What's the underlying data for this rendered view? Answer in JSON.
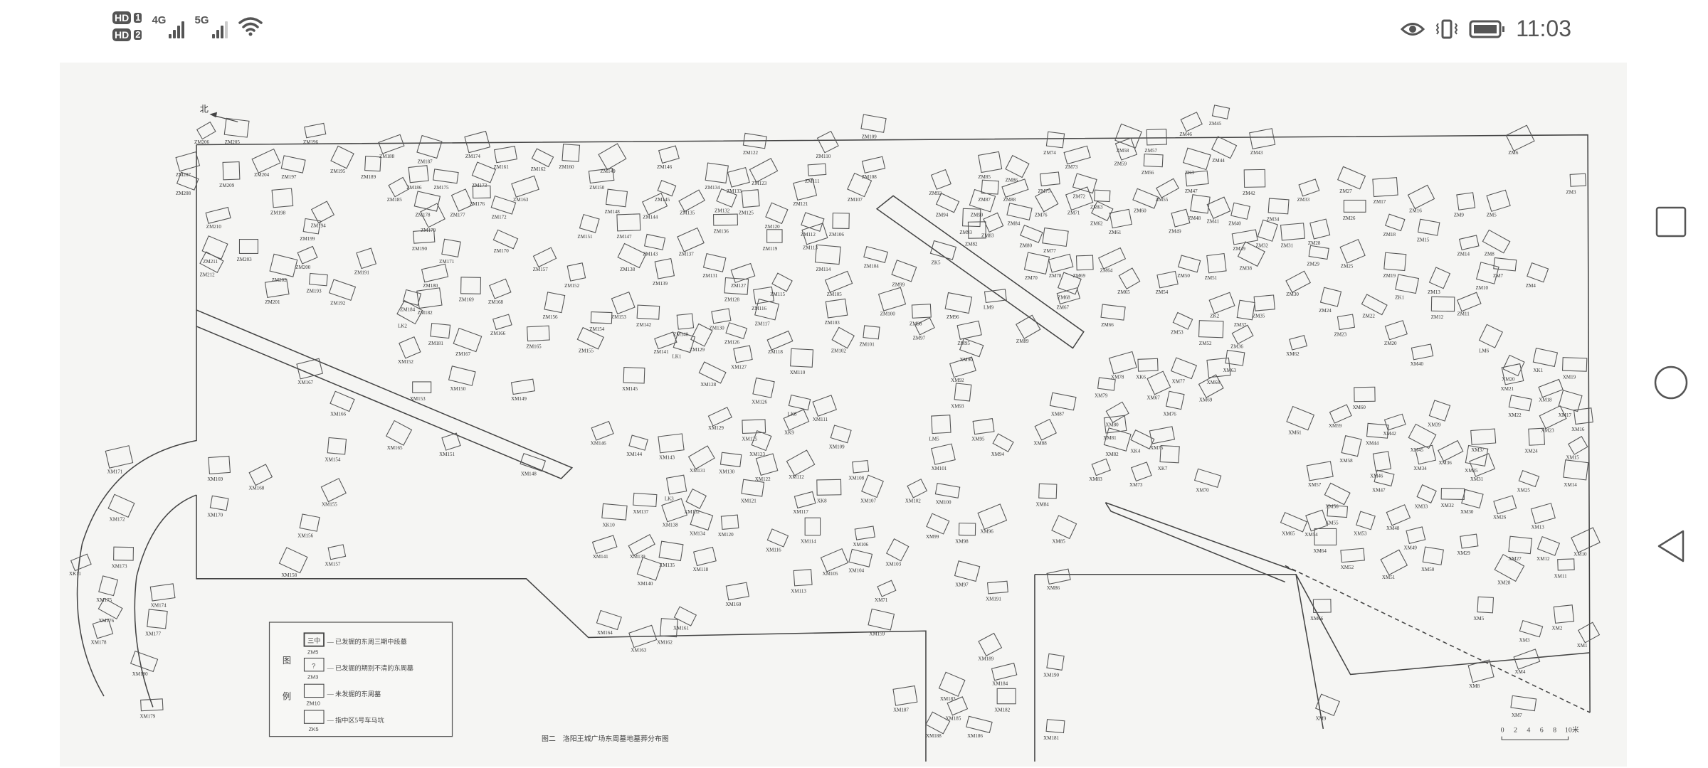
{
  "status_bar": {
    "sim1": "HD",
    "sim1_num": "1",
    "sim2": "HD",
    "sim2_num": "2",
    "net1": "4G",
    "net2": "5G",
    "time": "11:03",
    "icons": [
      "eye-icon",
      "vibrate-icon",
      "battery-icon",
      "wifi-icon",
      "signal-icon"
    ]
  },
  "map": {
    "north_label": "北",
    "caption": "图二　洛阳王城广场东周墓地墓葬分布图",
    "scale": {
      "ticks": [
        "0",
        "2",
        "4",
        "6",
        "8",
        "10米"
      ]
    },
    "legend": {
      "title_chars": [
        "图",
        "例"
      ],
      "items": [
        {
          "mark": "三中",
          "code": "ZM5",
          "desc": "— 已发掘的东周三期中段墓"
        },
        {
          "mark": "?",
          "code": "ZM3",
          "desc": "— 已发掘的期别不清的东周墓"
        },
        {
          "mark": "",
          "code": "ZM10",
          "desc": "— 未发掘的东周墓"
        },
        {
          "mark": "",
          "code": "ZK5",
          "desc": "— 指中区5号车马坑"
        }
      ]
    },
    "tombs": [
      "ZM206",
      "ZM205",
      "ZM207",
      "ZM208",
      "ZM209",
      "ZM204",
      "ZM197",
      "ZM196",
      "ZM195",
      "ZM189",
      "ZM188",
      "ZM187",
      "ZM186",
      "ZM185",
      "ZM175",
      "ZM174",
      "ZM173",
      "ZM176",
      "ZM177",
      "ZM178",
      "ZM161",
      "ZM162",
      "ZM160",
      "ZM163",
      "ZM172",
      "ZM198",
      "ZM194",
      "ZM199",
      "ZM210",
      "ZM211",
      "ZM203",
      "ZM200",
      "ZM202",
      "ZM201",
      "ZM212",
      "ZM193",
      "ZM191",
      "ZM192",
      "ZM190",
      "ZM179",
      "ZM171",
      "ZM180",
      "ZM170",
      "ZM169",
      "ZM168",
      "ZM184",
      "ZM182",
      "LK2",
      "ZM181",
      "ZM166",
      "ZM167",
      "ZM165",
      "ZM157",
      "ZM156",
      "ZM152",
      "ZM155",
      "ZM154",
      "ZM153",
      "ZM151",
      "ZM150",
      "ZM149",
      "ZM148",
      "ZM146",
      "ZM145",
      "ZM147",
      "ZM144",
      "ZM143",
      "ZM139",
      "ZM138",
      "ZM142",
      "ZM141",
      "LK1",
      "ZM140",
      "ZM135",
      "ZM134",
      "ZM133",
      "ZM132",
      "ZM136",
      "ZM137",
      "ZM131",
      "ZM130",
      "ZM129",
      "ZM128",
      "ZM127",
      "ZM126",
      "ZM125",
      "ZM123",
      "ZM122",
      "ZM121",
      "ZM120",
      "ZM119",
      "ZM118",
      "ZM117",
      "ZM116",
      "ZM115",
      "ZM114",
      "ZM113",
      "ZM112",
      "ZM111",
      "ZM110",
      "ZM109",
      "ZM108",
      "ZM107",
      "ZM106",
      "ZM105",
      "ZM104",
      "ZM103",
      "ZM102",
      "ZM101",
      "ZM100",
      "ZM99",
      "ZM98",
      "ZM97",
      "ZM96",
      "ZM95",
      "ZM94",
      "ZM93",
      "ZM92",
      "ZK5",
      "LM9",
      "ZM89",
      "ZM74",
      "ZM73",
      "ZM58",
      "ZM57",
      "ZM46",
      "ZM45",
      "ZM43",
      "ZM44",
      "ZM56",
      "ZM59",
      "ZK3",
      "ZM47",
      "ZM55",
      "ZM48",
      "ZM49",
      "ZM60",
      "ZM42",
      "ZM41",
      "ZM40",
      "ZM39",
      "ZM38",
      "ZM34",
      "ZM33",
      "ZM32",
      "ZM31",
      "ZM30",
      "ZM29",
      "ZM28",
      "ZM27",
      "ZM26",
      "ZM25",
      "ZM24",
      "ZM23",
      "ZM22",
      "ZM19",
      "ZM20",
      "ZM18",
      "ZM17",
      "ZM16",
      "ZM15",
      "ZM14",
      "ZM13",
      "ZM12",
      "ZM11",
      "ZM10",
      "ZM9",
      "ZM8",
      "ZM7",
      "ZM5",
      "ZM4",
      "ZM3",
      "ZM6",
      "ZK1",
      "ZM54",
      "ZM53",
      "ZM52",
      "ZK2",
      "ZM50",
      "ZM51",
      "ZM65",
      "ZM66",
      "ZM67",
      "ZM68",
      "ZM69",
      "ZM64",
      "ZM70",
      "ZM61",
      "ZM62",
      "ZM63",
      "ZM71",
      "ZM72",
      "ZM75",
      "ZM76",
      "ZM77",
      "ZM78",
      "ZM80",
      "ZM82",
      "ZM83",
      "ZM84",
      "ZM85",
      "ZM86",
      "ZM87",
      "ZM88",
      "ZM90",
      "ZM35",
      "ZM36",
      "ZM37",
      "XM167",
      "XM166",
      "XM153",
      "XM152",
      "XM150",
      "XM149",
      "XM165",
      "XM154",
      "XM151",
      "XM148",
      "XM169",
      "XM168",
      "XM170",
      "XM171",
      "XM172",
      "XM173",
      "XK11",
      "XM175",
      "XM174",
      "XM176",
      "XM177",
      "XM178",
      "XM180",
      "XM179",
      "XM155",
      "XM156",
      "XM157",
      "XM158",
      "XM145",
      "XM146",
      "XM144",
      "XM143",
      "XM131",
      "XM130",
      "XM122",
      "XM123",
      "XM125",
      "XM129",
      "XM126",
      "XM127",
      "XM128",
      "XM110",
      "XM111",
      "XM109",
      "XM108",
      "XM112",
      "XM121",
      "XM117",
      "XM107",
      "XK8",
      "XK9",
      "LK8",
      "LK3",
      "XM132",
      "XM137",
      "XM138",
      "XM134",
      "XM120",
      "XM139",
      "XM135",
      "XM118",
      "XM116",
      "XM114",
      "XM105",
      "XM104",
      "XM106",
      "XM103",
      "XK10",
      "XM141",
      "XM140",
      "XM113",
      "XM102",
      "XM100",
      "XM101",
      "XM99",
      "XM98",
      "XM96",
      "XM97",
      "XM95",
      "XM94",
      "XM93",
      "XM92",
      "XM90",
      "LM5",
      "XM88",
      "XM87",
      "XM86",
      "XM85",
      "XM84",
      "XM83",
      "XM82",
      "XM81",
      "XM80",
      "XM79",
      "XM78",
      "XM77",
      "XK6",
      "XM67",
      "XM76",
      "XM75",
      "XK4",
      "XK7",
      "XM73",
      "XM70",
      "XM68",
      "XM69",
      "XM63",
      "XM62",
      "XM61",
      "XM60",
      "XM59",
      "XM58",
      "XM57",
      "XM56",
      "XM55",
      "XM54",
      "XM53",
      "XM52",
      "XM51",
      "XM50",
      "XM49",
      "XM65",
      "XM64",
      "XM48",
      "XM47",
      "XM46",
      "XM45",
      "XM44",
      "XM42",
      "XM39",
      "XM37",
      "XM36",
      "XM35",
      "XM34",
      "XM33",
      "XM32",
      "XM31",
      "XM30",
      "XM29",
      "XM28",
      "XM27",
      "XM26",
      "XM25",
      "XM24",
      "XM23",
      "XM22",
      "XM21",
      "XM20",
      "XM19",
      "XM18",
      "XM17",
      "XM16",
      "XM15",
      "XM14",
      "XM13",
      "XM12",
      "XM11",
      "XM10",
      "XK1",
      "XM40",
      "LM6",
      "XM5",
      "XM4",
      "XM3",
      "XM2",
      "XM1",
      "XM7",
      "XM8",
      "XM9",
      "XM66",
      "XM71",
      "XM159",
      "XM160",
      "XM161",
      "XM162",
      "XM163",
      "XM164",
      "XM191",
      "XM189",
      "XM190",
      "XM184",
      "XM183",
      "XM182",
      "XM185",
      "XM186",
      "XM187",
      "XM188",
      "XM181"
    ]
  }
}
